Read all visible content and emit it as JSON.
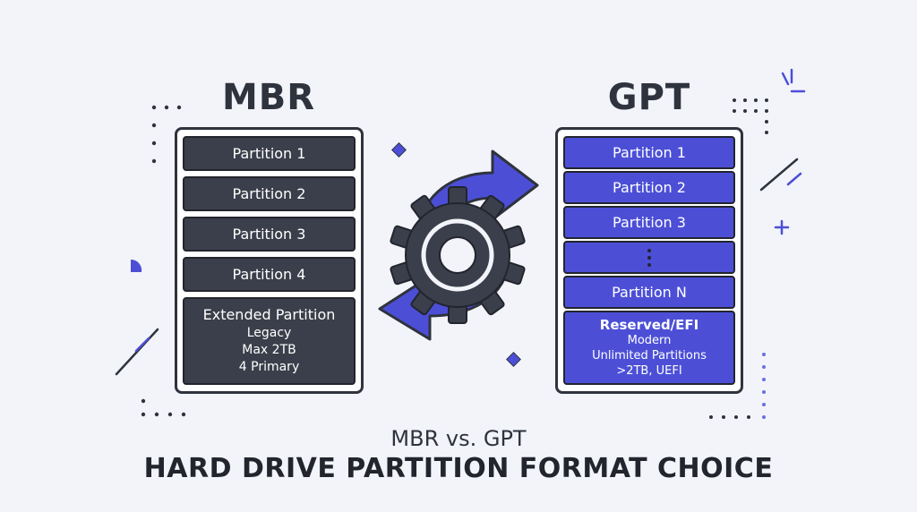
{
  "mbr": {
    "title": "MBR",
    "partitions": [
      "Partition 1",
      "Partition 2",
      "Partition 3",
      "Partition 4"
    ],
    "extended": {
      "title": "Extended Partition",
      "lines": [
        "Legacy",
        "Max 2TB",
        "4 Primary"
      ]
    }
  },
  "gpt": {
    "title": "GPT",
    "partitions": [
      "Partition 1",
      "Partition 2",
      "Partition 3"
    ],
    "last_partition": "Partition N",
    "reserved": {
      "title": "Reserved/EFI",
      "lines": [
        "Modern",
        "Unlimited Partitions",
        ">2TB, UEFI"
      ]
    }
  },
  "caption": {
    "subtitle": "MBR vs. GPT",
    "title": "HARD DRIVE PARTITION FORMAT CHOICE"
  },
  "icons": [
    "gear-icon",
    "sync-arrows-icon"
  ],
  "colors": {
    "dark": "#3b3f4b",
    "accent": "#4c4fd6",
    "background": "#f2f4fa"
  }
}
